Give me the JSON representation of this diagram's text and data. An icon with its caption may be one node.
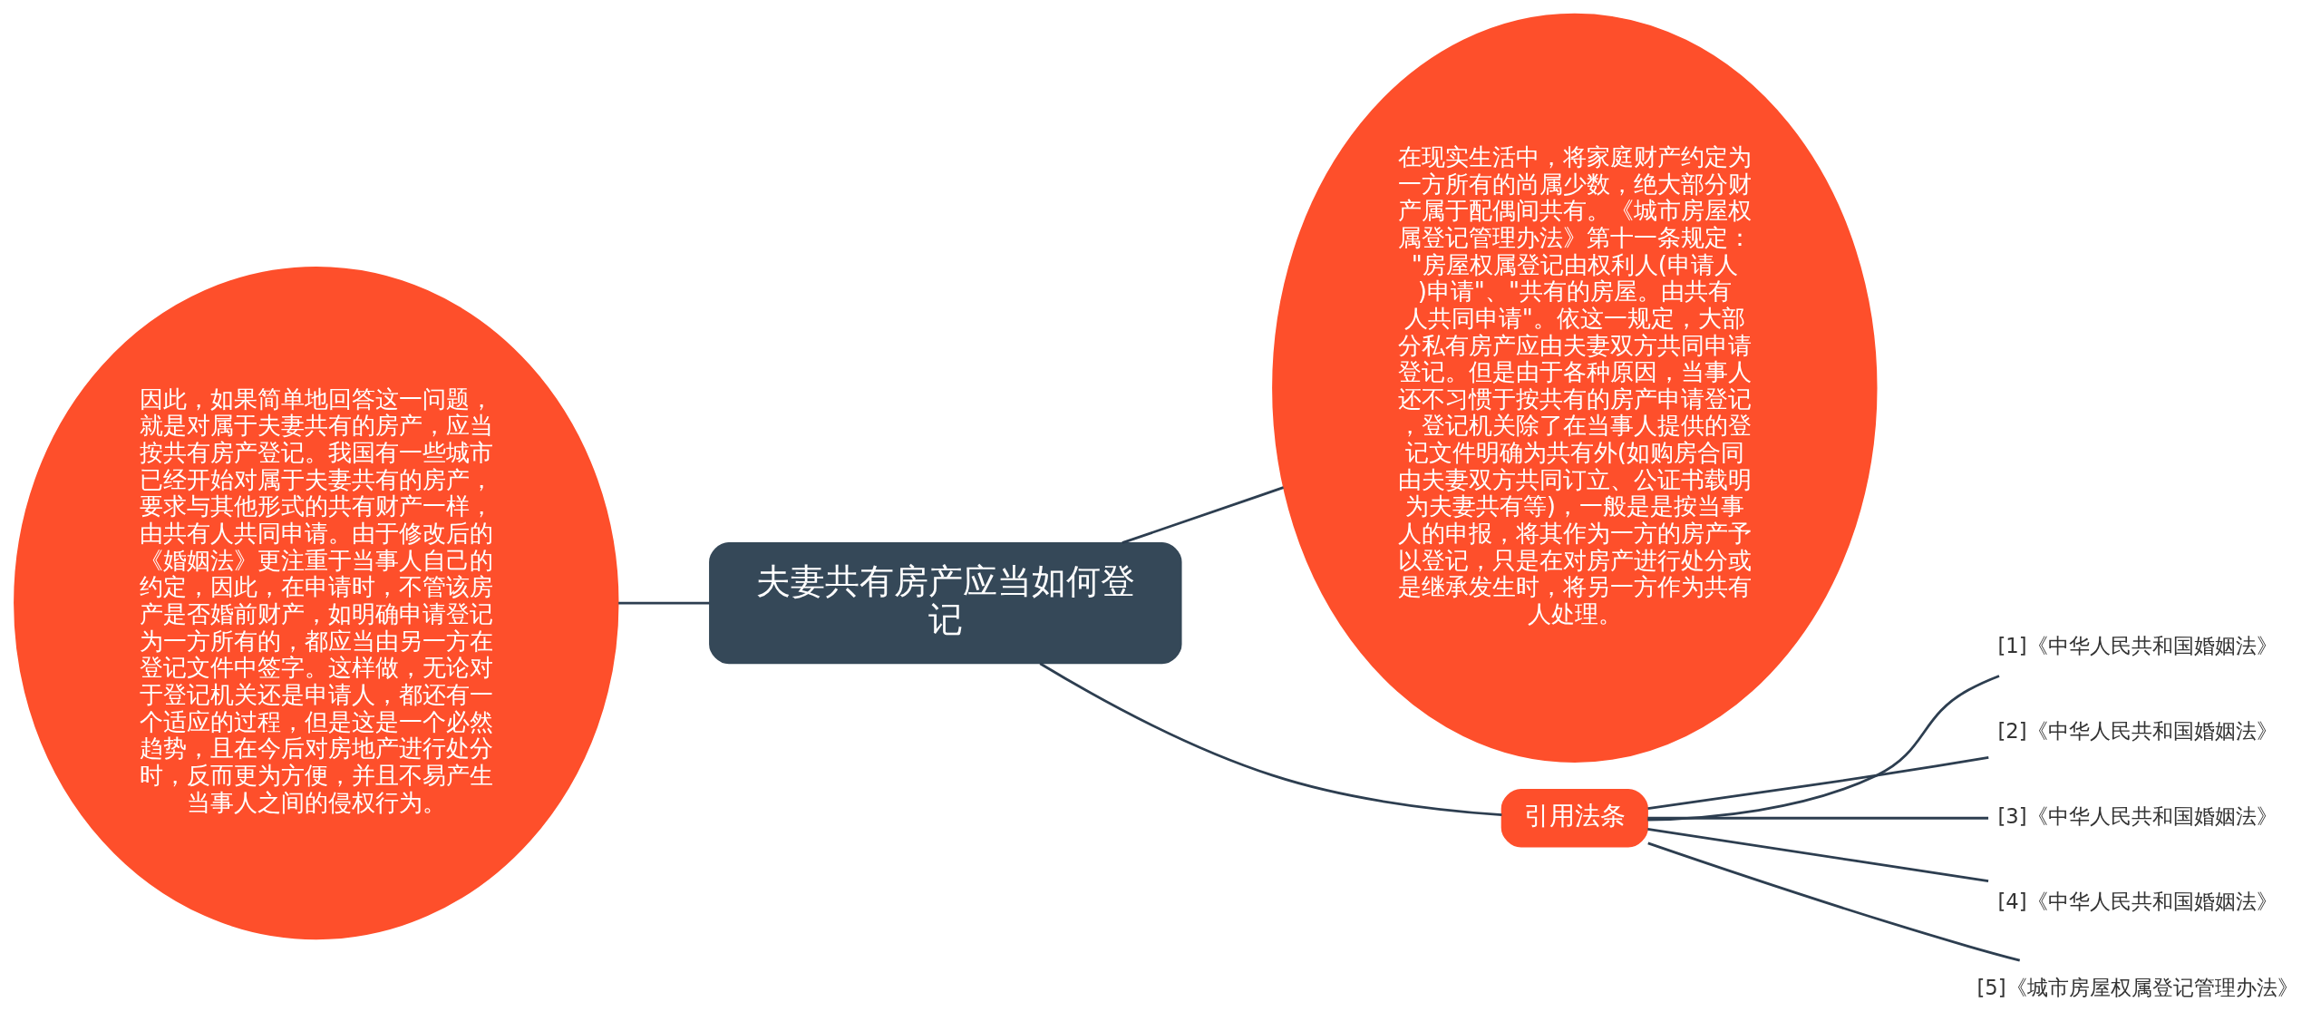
{
  "diagram": {
    "nodes": [
      {
        "text": [
          "夫妻共有房产应当如何登记"
        ]
      },
      {
        "text": [
          "因此，如果简单地回答这一问题，就是对属于夫妻共有的房产，应当按共有房产登记。我国有一些城市已经开始对属于夫妻共有的房产，要求与其他形式的共有财产一样，由共有人共同申请。由于修改后的《婚姻法》更注重于当事人自己的约定，因此，在申请时，不管该房产是否婚前财产，如明确申请登记为一方所有的，都应当由另一方在登记文件中签字。这样做，无论对于登记机关还是申请人，都还有一个适应的过程，但是这是一个必然趋势，且在今后对房地产进行处分时，反而更为方便，并且不易产生当事人之间的侵权行为。"
        ]
      },
      {
        "text": [
          "在现实生活中，将家庭财产约定为一方所有的尚属少数，绝大部分财产属于配偶间共有。《城市房屋权属登记管理办法》第十一条规定：\"房屋权属登记由权利人(申请人)申请\"、\"共有的房屋。由共有人共同申请\"。依这一规定，大部分私有房产应由夫妻双方共同申请登记。但是由于各种原因，当事人还不习惯于按共有的房产申请登记，登记机关除了在当事人提供的登记文件明确为共有外(如购房合同由夫妻双方共同订立、公证书载明为夫妻共有等)，一般是是按当事人的申报，将其作为一方的房产予以登记，只是在对房产进行处分或是继承发生时，将另一方作为共有人处理。"
        ]
      },
      {
        "text": [
          "引用法条"
        ]
      },
      {
        "text": [
          "[1]《中华人民共和国婚姻法》"
        ]
      },
      {
        "text": [
          "[2]《中华人民共和国婚姻法》"
        ]
      },
      {
        "text": [
          "[3]《中华人民共和国婚姻法》"
        ]
      },
      {
        "text": [
          "[4]《中华人民共和国婚姻法》"
        ]
      },
      {
        "text": [
          "[5]《城市房屋权属登记管理办法》"
        ]
      }
    ],
    "edges": [
      {
        "from": 0,
        "to": 1,
        "arrow": "none"
      },
      {
        "from": 0,
        "to": 2,
        "arrow": "none"
      },
      {
        "from": 0,
        "to": 3,
        "arrow": "none"
      },
      {
        "from": 3,
        "to": 4,
        "arrow": "none"
      },
      {
        "from": 3,
        "to": 5,
        "arrow": "none"
      },
      {
        "from": 3,
        "to": 6,
        "arrow": "none"
      },
      {
        "from": 3,
        "to": 7,
        "arrow": "none"
      },
      {
        "from": 3,
        "to": 8,
        "arrow": "none"
      }
    ]
  }
}
